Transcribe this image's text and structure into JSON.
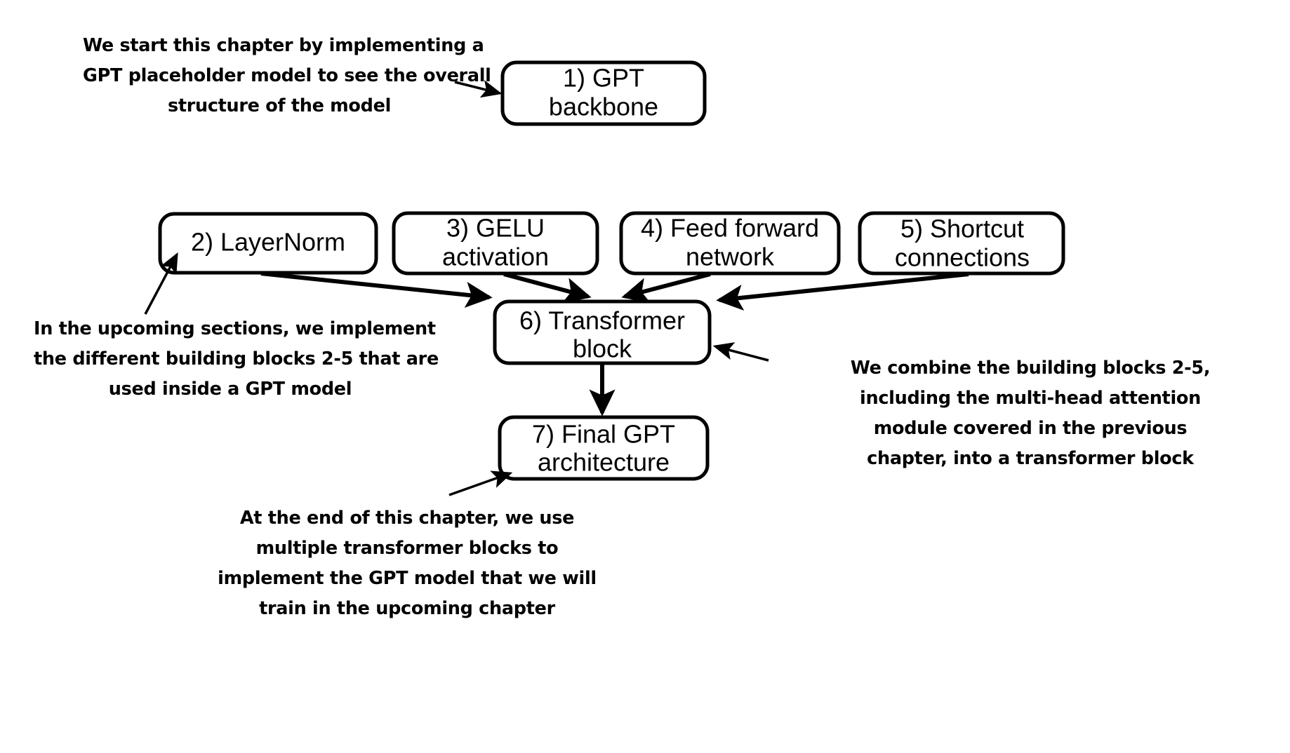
{
  "diagram": {
    "title": "GPT model chapter overview flowchart",
    "stroke_color": "#000000",
    "background_color": "#ffffff",
    "boxes": [
      {
        "id": "gpt-backbone",
        "number": "1)",
        "line1": "1) GPT",
        "line2": "backbone"
      },
      {
        "id": "layernorm",
        "number": "2)",
        "line1": "2) LayerNorm",
        "line2": ""
      },
      {
        "id": "gelu-activation",
        "number": "3)",
        "line1": "3) GELU",
        "line2": "activation"
      },
      {
        "id": "feed-forward",
        "number": "4)",
        "line1": "4) Feed forward",
        "line2": "network"
      },
      {
        "id": "shortcut",
        "number": "5)",
        "line1": "5) Shortcut",
        "line2": "connections"
      },
      {
        "id": "transformer-block",
        "number": "6)",
        "line1": "6) Transformer",
        "line2": "block"
      },
      {
        "id": "final-gpt",
        "number": "7)",
        "line1": "7) Final GPT",
        "line2": "architecture"
      }
    ],
    "notes": {
      "top": {
        "id": "note-gpt-placeholder",
        "line1": "We start this chapter by implementing a",
        "line2": "GPT placeholder model to see the overall",
        "line3": "structure of the model"
      },
      "left": {
        "id": "note-building-blocks",
        "line1": "In the upcoming sections, we implement",
        "line2": "the different building blocks 2-5 that are",
        "line3": "used inside a GPT model"
      },
      "right": {
        "id": "note-transformer-combine",
        "line1": "We combine the building blocks 2-5,",
        "line2": "including the multi-head attention",
        "line3": "module covered in the previous",
        "line4": "chapter, into a transformer block"
      },
      "bottom": {
        "id": "note-final-architecture",
        "line1": "At the end of this chapter, we use",
        "line2": "multiple transformer blocks to",
        "line3": "implement the GPT model that we will",
        "line4": "train in the upcoming chapter"
      }
    }
  }
}
